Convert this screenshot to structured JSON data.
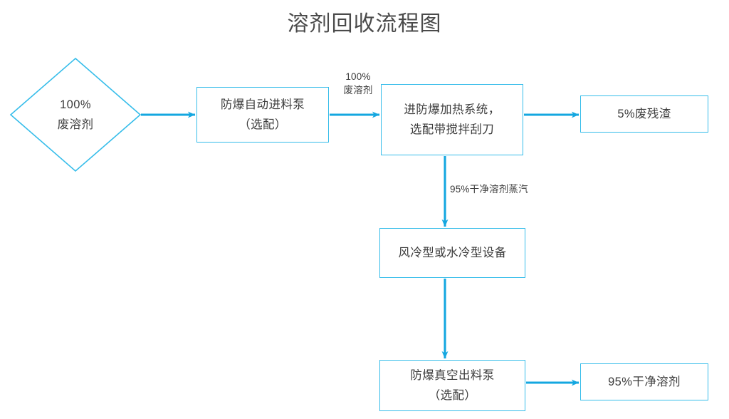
{
  "title": "溶剂回收流程图",
  "theme": {
    "arrow_color": "#14a7e0",
    "box_border_color": "#36bdea",
    "background": "#ffffff",
    "text_color": "#3c3c3c"
  },
  "nodes": [
    {
      "id": "waste-solvent",
      "shape": "diamond",
      "lines": [
        "100%",
        "废溶剂"
      ]
    },
    {
      "id": "feed-pump",
      "shape": "rect",
      "lines": [
        "防爆自动进料泵",
        "（选配）"
      ]
    },
    {
      "id": "heating",
      "shape": "rect",
      "lines": [
        "进防爆加热系统，",
        "选配带搅拌刮刀"
      ]
    },
    {
      "id": "residue",
      "shape": "rect",
      "lines": [
        "5%废残渣"
      ]
    },
    {
      "id": "condenser",
      "shape": "rect",
      "lines": [
        "风冷型或水冷型设备"
      ]
    },
    {
      "id": "discharge",
      "shape": "rect",
      "lines": [
        "防爆真空出料泵",
        "（选配）"
      ]
    },
    {
      "id": "clean-solvent",
      "shape": "rect",
      "lines": [
        "95%干净溶剂"
      ]
    }
  ],
  "edges": [
    {
      "id": "waste-to-pump",
      "from": "waste-solvent",
      "to": "feed-pump",
      "label_lines": [],
      "direction": "right"
    },
    {
      "id": "pump-to-heating",
      "from": "feed-pump",
      "to": "heating",
      "label_lines": [
        "100%",
        "废溶剂"
      ],
      "direction": "right"
    },
    {
      "id": "heating-to-residue",
      "from": "heating",
      "to": "residue",
      "label_lines": [],
      "direction": "right"
    },
    {
      "id": "heating-to-condenser",
      "from": "heating",
      "to": "condenser",
      "label_lines": [
        "95%干净溶剂蒸汽"
      ],
      "direction": "down"
    },
    {
      "id": "condenser-to-discharge",
      "from": "condenser",
      "to": "discharge",
      "label_lines": [],
      "direction": "down"
    },
    {
      "id": "discharge-to-clean",
      "from": "discharge",
      "to": "clean-solvent",
      "label_lines": [],
      "direction": "right"
    }
  ],
  "edge_labels": {
    "pump_to_heating_line1": "100%",
    "pump_to_heating_line2": "废溶剂",
    "heating_to_condenser": "95%干净溶剂蒸汽"
  }
}
